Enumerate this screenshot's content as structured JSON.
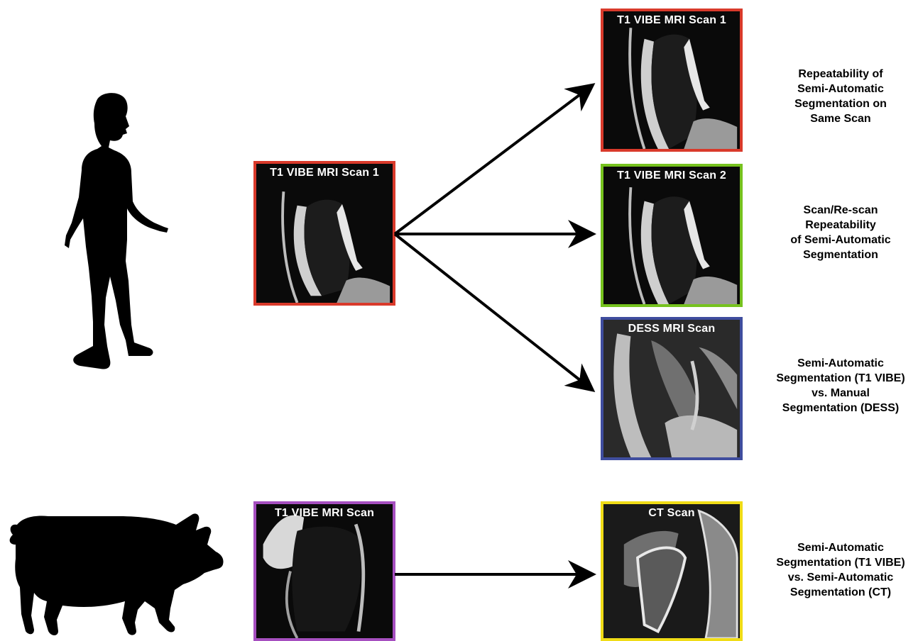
{
  "panels": {
    "source_human": {
      "label": "T1 VIBE MRI Scan 1",
      "border_color": "#d93a2b"
    },
    "target_scan1": {
      "label": "T1 VIBE MRI Scan 1",
      "border_color": "#d93a2b"
    },
    "target_scan2": {
      "label": "T1 VIBE MRI Scan 2",
      "border_color": "#76c21e"
    },
    "target_dess": {
      "label": "DESS MRI Scan",
      "border_color": "#3f4d9e"
    },
    "source_pig": {
      "label": "T1 VIBE MRI Scan",
      "border_color": "#a64fc0"
    },
    "target_ct": {
      "label": "CT Scan",
      "border_color": "#f0dc16"
    }
  },
  "outcomes": {
    "same_scan": [
      "Repeatability of",
      "Semi-Automatic",
      "Segmentation on",
      "Same Scan"
    ],
    "rescan": [
      "Scan/Re-scan",
      "Repeatability",
      "of Semi-Automatic",
      "Segmentation"
    ],
    "dess": [
      "Semi-Automatic",
      "Segmentation (T1 VIBE)",
      "vs. Manual",
      "Segmentation (DESS)"
    ],
    "ct": [
      "Semi-Automatic",
      "Segmentation (T1 VIBE)",
      "vs. Semi-Automatic",
      "Segmentation (CT)"
    ]
  },
  "icons": {
    "human": "human-silhouette-icon",
    "pig": "pig-silhouette-icon"
  },
  "colors": {
    "arrow": "#000000",
    "text": "#000000",
    "label": "#ffffff"
  }
}
